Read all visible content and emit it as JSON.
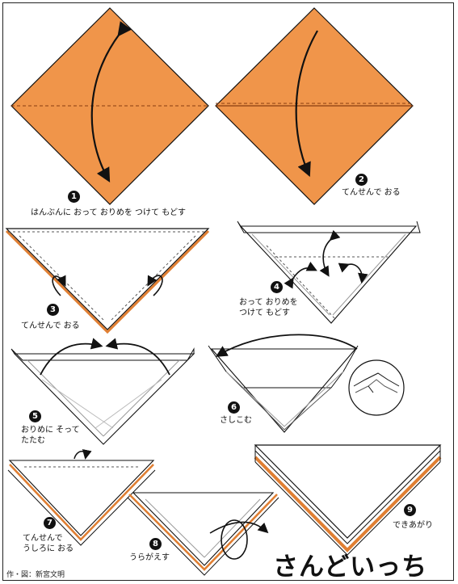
{
  "title": "さんどいっち",
  "credit": "作・図：新宮文明",
  "colors": {
    "paper_front": "#F0954A",
    "paper_edge": "#D97A2E",
    "outline": "#111111"
  },
  "steps": [
    {
      "number": "1",
      "text": "はんぶんに おって おりめを つけて もどす"
    },
    {
      "number": "2",
      "text": "てんせんで おる"
    },
    {
      "number": "3",
      "text": "てんせんで おる"
    },
    {
      "number": "4",
      "text": "おって おりめを\nつけて もどす"
    },
    {
      "number": "5",
      "text": "おりめに そって\nたたむ"
    },
    {
      "number": "6",
      "text": "さしこむ"
    },
    {
      "number": "7",
      "text": "てんせんで\nうしろに おる"
    },
    {
      "number": "8",
      "text": "うらがえす"
    },
    {
      "number": "9",
      "text": "できあがり"
    }
  ]
}
